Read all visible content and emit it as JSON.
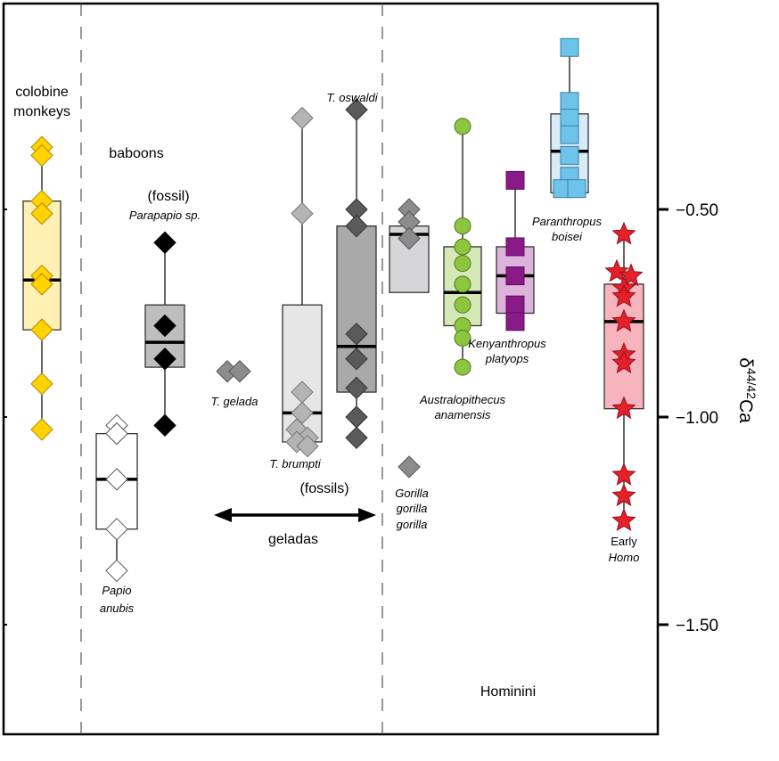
{
  "chart_data": {
    "type": "box",
    "title": "",
    "ylabel": "δ44/42Ca",
    "ylabel_base": "δ",
    "ylabel_sup": "44/42",
    "ylabel_main": "Ca",
    "y_axis_position": "right",
    "ylim": [
      -1.79,
      -0.11
    ],
    "yticks": [
      -0.5,
      -1.0,
      -1.5
    ],
    "ytick_labels": [
      "−0.50",
      "−1.00",
      "−1.50"
    ],
    "grid": false,
    "group_labels": [
      {
        "id": "colobines",
        "text": "colobine monkeys"
      },
      {
        "id": "baboons",
        "text": "baboons"
      },
      {
        "id": "fossil",
        "text": "(fossil)"
      },
      {
        "id": "fossils",
        "text": "(fossils)"
      },
      {
        "id": "geladas",
        "text": "geladas"
      },
      {
        "id": "hominini",
        "text": "Hominini"
      }
    ],
    "series": [
      {
        "name": "colobine monkeys",
        "label": "",
        "marker": "diamond",
        "fill": "#FFD200",
        "stroke": "#B08A00",
        "box_fill": "#FFF1B3",
        "box": {
          "q1": -0.79,
          "median": -0.67,
          "q3": -0.48,
          "whisker_low": -1.03,
          "whisker_high": -0.35
        },
        "values": [
          -0.35,
          -0.37,
          -0.48,
          -0.51,
          -0.66,
          -0.68,
          -0.79,
          -0.92,
          -1.03
        ]
      },
      {
        "name": "Papio anubis",
        "label": "Papio anubis",
        "marker": "diamond",
        "fill": "#FFFFFF",
        "stroke": "#555555",
        "box_fill": "#FFFFFF",
        "box": {
          "q1": -1.27,
          "median": -1.15,
          "q3": -1.04,
          "whisker_low": -1.37,
          "whisker_high": -1.02
        },
        "values": [
          -1.02,
          -1.04,
          -1.15,
          -1.27,
          -1.37
        ]
      },
      {
        "name": "Parapapio sp.",
        "label": "Parapapio sp.",
        "marker": "diamond",
        "fill": "#000000",
        "stroke": "#000000",
        "box_fill": "#BEBEBE",
        "box": {
          "q1": -0.88,
          "median": -0.82,
          "q3": -0.73,
          "whisker_low": -1.02,
          "whisker_high": -0.58
        },
        "values": [
          -0.58,
          -0.78,
          -0.86,
          -1.02
        ]
      },
      {
        "name": "T. gelada",
        "label": "T. gelada",
        "marker": "diamond",
        "fill": "#8C8C8C",
        "stroke": "#555555",
        "box_fill": "none",
        "box": null,
        "whisker_span": [
          -0.89,
          -0.89
        ],
        "values": [
          -0.89,
          -0.89
        ]
      },
      {
        "name": "T. brumpti",
        "label": "T. brumpti",
        "marker": "diamond",
        "fill": "#B4B4B4",
        "stroke": "#777777",
        "box_fill": "#E6E6E6",
        "box": {
          "q1": -1.06,
          "median": -0.99,
          "q3": -0.73,
          "whisker_low": -1.06,
          "whisker_high": -0.28
        },
        "values": [
          -0.28,
          -0.51,
          -0.94,
          -0.99,
          -1.03,
          -1.05,
          -1.06,
          -1.07
        ]
      },
      {
        "name": "T. oswaldi",
        "label": "T. oswaldi",
        "marker": "diamond",
        "fill": "#5A5A5A",
        "stroke": "#333333",
        "box_fill": "#A9A9A9",
        "box": {
          "q1": -0.94,
          "median": -0.83,
          "q3": -0.54,
          "whisker_low": -1.05,
          "whisker_high": -0.26
        },
        "values": [
          -0.26,
          -0.5,
          -0.54,
          -0.8,
          -0.86,
          -0.93,
          -1.0,
          -1.05
        ]
      },
      {
        "name": "Gorilla gorilla gorilla",
        "label": "Gorilla gorilla gorilla",
        "marker": "diamond",
        "fill": "#8C8C8C",
        "stroke": "#555555",
        "box_fill": "#D6D6D8",
        "box": {
          "q1": -0.7,
          "median": -0.56,
          "q3": -0.54,
          "whisker_low": -0.7,
          "whisker_high": -0.54
        },
        "values": [
          -0.5,
          -0.53,
          -0.57,
          -1.12
        ]
      },
      {
        "name": "Australopithecus anamensis",
        "label": "Australopithecus anamensis",
        "marker": "circle",
        "fill": "#8CC63F",
        "stroke": "#4E7A1E",
        "box_fill": "#D5E8B8",
        "box": {
          "q1": -0.78,
          "median": -0.7,
          "q3": -0.59,
          "whisker_low": -0.88,
          "whisker_high": -0.3
        },
        "values": [
          -0.3,
          -0.54,
          -0.59,
          -0.63,
          -0.68,
          -0.73,
          -0.78,
          -0.81,
          -0.88
        ]
      },
      {
        "name": "Kenyanthropus platyops",
        "label": "Kenyanthropus platyops",
        "marker": "square",
        "fill": "#8B1A89",
        "stroke": "#5A0F58",
        "box_fill": "#DDB3DC",
        "box": {
          "q1": -0.75,
          "median": -0.66,
          "q3": -0.59,
          "whisker_low": -0.78,
          "whisker_high": -0.43
        },
        "values": [
          -0.43,
          -0.59,
          -0.66,
          -0.73,
          -0.77
        ]
      },
      {
        "name": "Paranthropus boisei",
        "label": "Paranthropus boisei",
        "marker": "square",
        "fill": "#6EC3EA",
        "stroke": "#3A7EA0",
        "box_fill": "#D8ECF8",
        "box": {
          "q1": -0.46,
          "median": -0.36,
          "q3": -0.27,
          "whisker_low": -0.46,
          "whisker_high": -0.11
        },
        "values": [
          -0.11,
          -0.24,
          -0.28,
          -0.32,
          -0.37,
          -0.42,
          -0.45,
          -0.45
        ]
      },
      {
        "name": "Early Homo",
        "label": "Early Homo",
        "marker": "star",
        "fill": "#E5202A",
        "stroke": "#8E1218",
        "box_fill": "#F7B3BE",
        "box": {
          "q1": -0.98,
          "median": -0.77,
          "q3": -0.68,
          "whisker_low": -1.25,
          "whisker_high": -0.56
        },
        "values": [
          -0.56,
          -0.65,
          -0.66,
          -0.69,
          -0.71,
          -0.77,
          -0.85,
          -0.87,
          -0.98,
          -1.14,
          -1.19,
          -1.25
        ]
      }
    ],
    "annotations": [
      {
        "text": "double-headed arrow spanning geladas",
        "type": "arrow"
      }
    ]
  }
}
